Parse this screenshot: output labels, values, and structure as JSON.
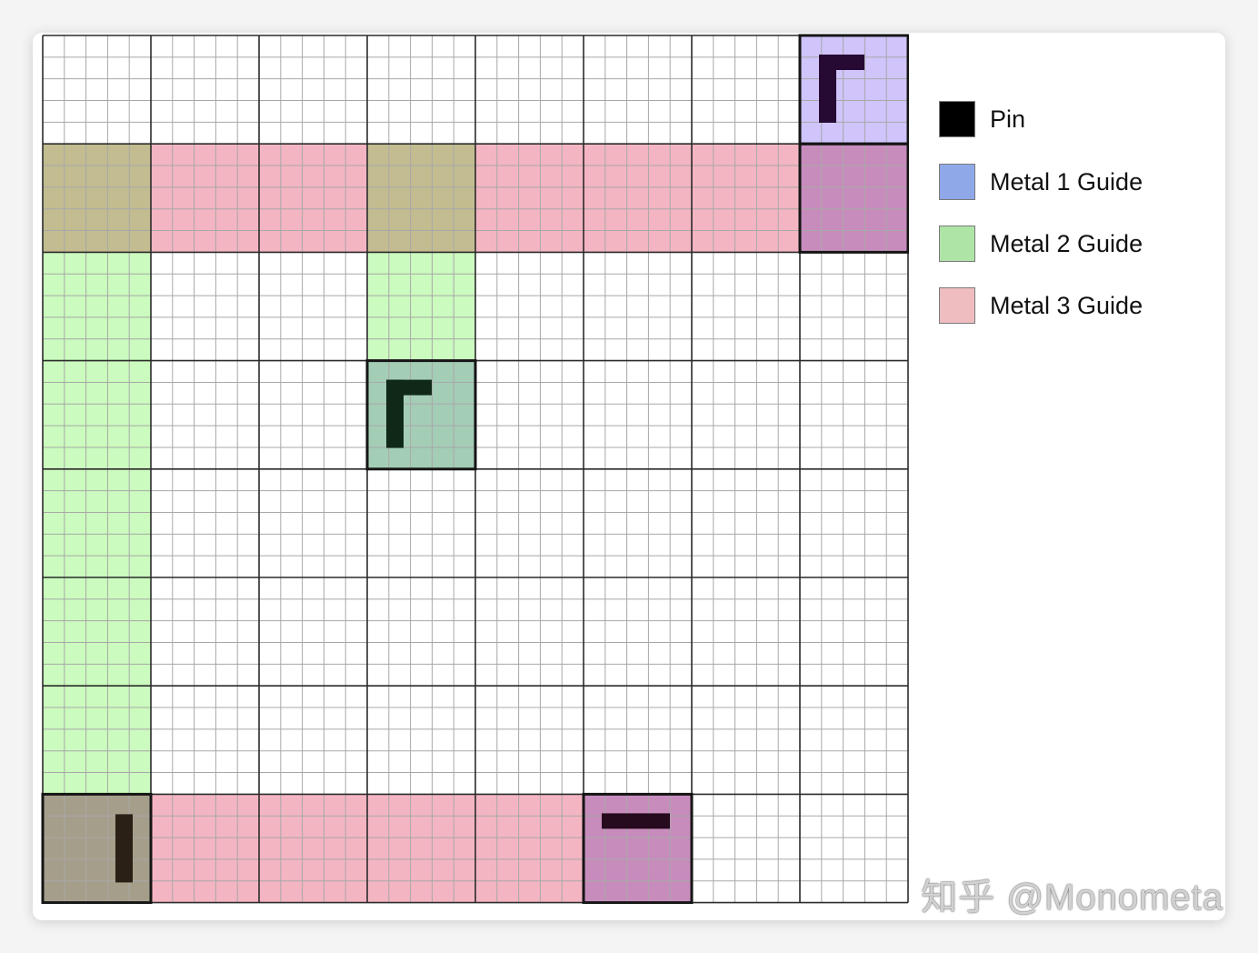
{
  "grid": {
    "columns": 8,
    "rows": 8,
    "subdivisions": 5
  },
  "colors": {
    "pin": "#1a1a1a",
    "metal1": "#8fa8e8",
    "metal2": "#aee4a6",
    "metal3": "#efbcc0"
  },
  "cells": [
    {
      "row": 0,
      "col": 7,
      "fill": "#d0c4fb",
      "outlined": true
    },
    {
      "row": 1,
      "col": 0,
      "fill": "#c2bc90",
      "outlined": false
    },
    {
      "row": 1,
      "col": 1,
      "fill": "#f4b5c2",
      "outlined": false
    },
    {
      "row": 1,
      "col": 2,
      "fill": "#f4b5c2",
      "outlined": false
    },
    {
      "row": 1,
      "col": 3,
      "fill": "#c2bc90",
      "outlined": false
    },
    {
      "row": 1,
      "col": 4,
      "fill": "#f4b5c2",
      "outlined": false
    },
    {
      "row": 1,
      "col": 5,
      "fill": "#f4b5c2",
      "outlined": false
    },
    {
      "row": 1,
      "col": 6,
      "fill": "#f4b5c2",
      "outlined": false
    },
    {
      "row": 1,
      "col": 7,
      "fill": "#c78cbc",
      "outlined": true
    },
    {
      "row": 2,
      "col": 0,
      "fill": "#cbfbbe",
      "outlined": false
    },
    {
      "row": 2,
      "col": 3,
      "fill": "#cbfbbe",
      "outlined": false
    },
    {
      "row": 3,
      "col": 0,
      "fill": "#cbfbbe",
      "outlined": false
    },
    {
      "row": 3,
      "col": 3,
      "fill": "#a4cdb6",
      "outlined": true
    },
    {
      "row": 4,
      "col": 0,
      "fill": "#cbfbbe",
      "outlined": false
    },
    {
      "row": 5,
      "col": 0,
      "fill": "#cbfbbe",
      "outlined": false
    },
    {
      "row": 6,
      "col": 0,
      "fill": "#cbfbbe",
      "outlined": false
    },
    {
      "row": 7,
      "col": 0,
      "fill": "#a59e8a",
      "outlined": true
    },
    {
      "row": 7,
      "col": 1,
      "fill": "#f4b5c2",
      "outlined": false
    },
    {
      "row": 7,
      "col": 2,
      "fill": "#f4b5c2",
      "outlined": false
    },
    {
      "row": 7,
      "col": 3,
      "fill": "#f4b5c2",
      "outlined": false
    },
    {
      "row": 7,
      "col": 4,
      "fill": "#f4b5c2",
      "outlined": false
    },
    {
      "row": 7,
      "col": 5,
      "fill": "#c78cbc",
      "outlined": true
    }
  ],
  "pins": [
    {
      "row": 0,
      "col": 7,
      "shape": "corner",
      "color": "#260a34"
    },
    {
      "row": 3,
      "col": 3,
      "shape": "corner",
      "color": "#102818"
    },
    {
      "row": 7,
      "col": 0,
      "shape": "vertical",
      "color": "#2a2015"
    },
    {
      "row": 7,
      "col": 5,
      "shape": "horizontal",
      "color": "#260a1e"
    }
  ],
  "legend": [
    {
      "label": "Pin",
      "color": "#000000"
    },
    {
      "label": "Metal 1 Guide",
      "color": "#8fa8e8"
    },
    {
      "label": "Metal 2 Guide",
      "color": "#aee4a6"
    },
    {
      "label": "Metal 3 Guide",
      "color": "#efbcc0"
    }
  ],
  "watermark": "知乎 @Monometa"
}
